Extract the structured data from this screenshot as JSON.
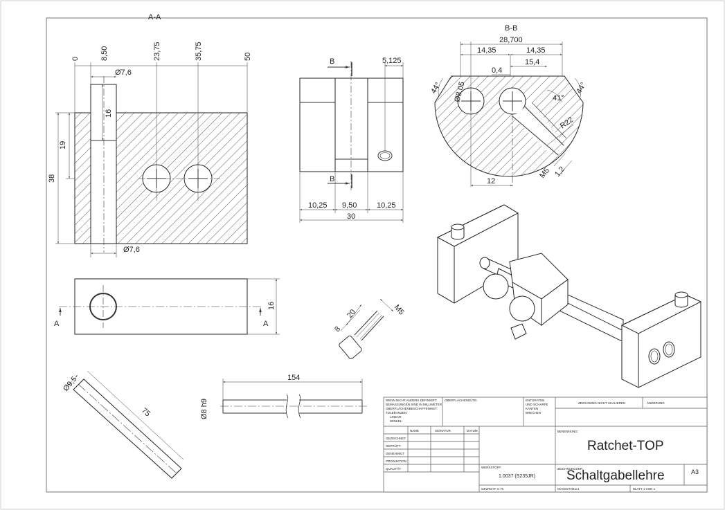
{
  "sections": {
    "aa": "A-A",
    "bb": "B-B",
    "a_left": "A",
    "a_right": "A",
    "b_top": "B",
    "b_bottom": "B"
  },
  "front_view": {
    "top_dims": [
      "0",
      "8,50",
      "23,75",
      "35,75",
      "50"
    ],
    "hole_top": "Ø7,6",
    "hole_bottom": "Ø7,6",
    "depth": "16",
    "left_19": "19",
    "left_38": "38"
  },
  "middle_view": {
    "top_right": "5,125",
    "bottom_dims": [
      "10,25",
      "9,50",
      "10,25"
    ],
    "total": "30"
  },
  "section_bb": {
    "top_total": "28,700",
    "half_left": "14,35",
    "half_right": "14,35",
    "offset": "0,4",
    "right_offset": "15,4",
    "angle_left": "44°",
    "hole": "Ø8,05",
    "angle_mid": "41°",
    "angle_right": "44°",
    "radius": "R22",
    "bottom": "12",
    "thread": "M5",
    "thread_depth": "1,2"
  },
  "side_view": {
    "height": "16"
  },
  "screw_detail": {
    "len1": "8",
    "len2": "20",
    "thread": "M5"
  },
  "pin_view": {
    "dia": "Ø9,5",
    "len": "75"
  },
  "rod_view": {
    "len": "154",
    "dia": "Ø8 h9"
  },
  "title_block": {
    "general_notes": [
      "WENN NICHT ANDERS DEFINIERT:",
      "BEMASSUNGEN SIND IN MILLIMETER",
      "OBERFLÄCHENBESCHAFFENHEIT:",
      "TOLERANZEN:",
      "LINEAR:",
      "WINKEL:"
    ],
    "surface": "OBERFLÄCHENGÜTE:",
    "deburr": [
      "ENTGRATEN",
      "UND SCHARFE",
      "KANTEN",
      "BRECHEN"
    ],
    "no_scale": "ZEICHNUNG NICHT SKALIEREN",
    "revision": "ÄNDERUNG",
    "headers": [
      "NAME",
      "SIGNATUR",
      "DATUM"
    ],
    "rows": [
      "GEZEICHNET",
      "GEPRÜFT",
      "GENEHMIGT",
      "PRODUKTION",
      "QUALITÄT"
    ],
    "title_label": "BENENNUNG:",
    "title": "Ratchet-TOP",
    "material_label": "WERKSTOFF:",
    "material": "1.0037 (S235JR)",
    "drawing_no_label": "ZEICHNUNGSNR.",
    "drawing_no": "Schaltgabellehre",
    "size": "A3",
    "weight": "GEWICHT: 0.76",
    "scale": "MASSSTAB:2:1",
    "sheet": "BLATT 1 VON 1"
  }
}
